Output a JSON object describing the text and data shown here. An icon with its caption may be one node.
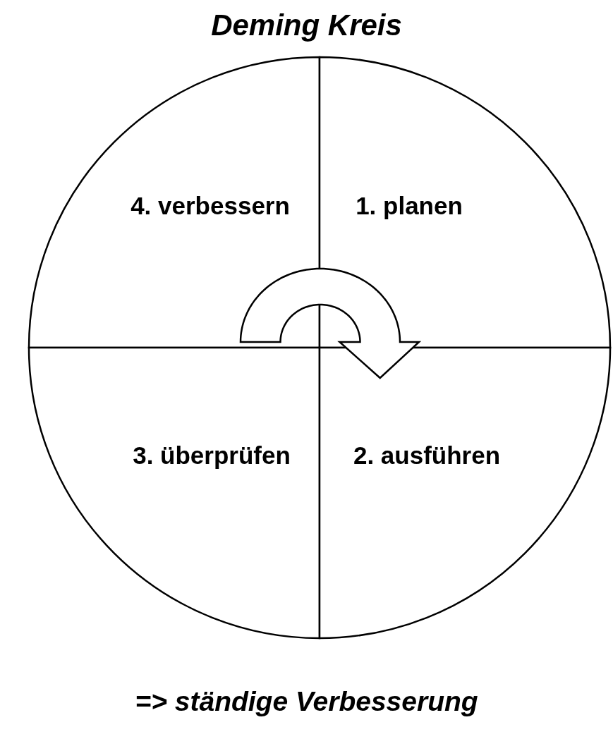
{
  "diagram": {
    "title": "Deming Kreis",
    "caption": "=> ständige Verbesserung",
    "nodes": [
      {
        "text": [
          "4. verbessern"
        ]
      },
      {
        "text": [
          "1. planen"
        ]
      },
      {
        "text": [
          "3. überprüfen"
        ]
      },
      {
        "text": [
          "2. ausführen"
        ]
      }
    ],
    "edges": [
      {
        "from": 0,
        "to": 3,
        "arrow": "to"
      }
    ]
  }
}
